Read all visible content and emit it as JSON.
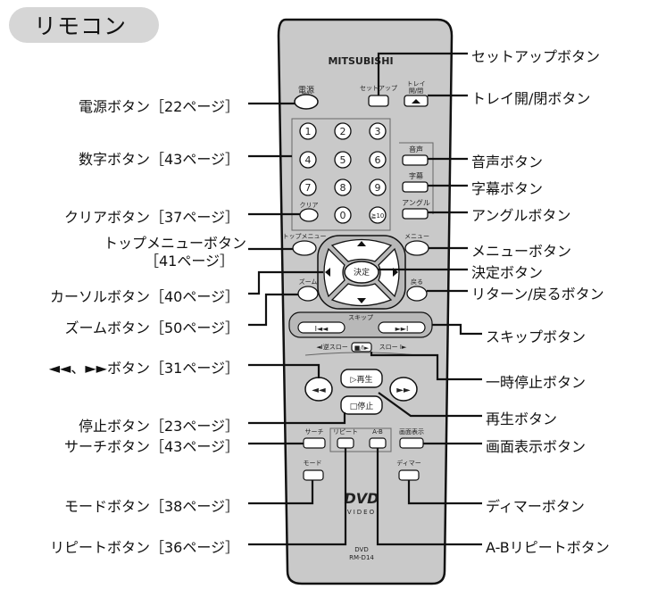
{
  "title": "リモコン",
  "remote": {
    "brand": "MITSUBISHI",
    "model_line1": "DVD",
    "model_line2": "RM-D14",
    "dvd_logo": "DVD",
    "video_logo": "VIDEO",
    "keys": {
      "power": "電源",
      "setup": "セットアップ",
      "tray": "トレイ\n開/閉",
      "audio": "音声",
      "subtitle": "字幕",
      "angle": "アングル",
      "clear": "クリア",
      "topmenu": "トップメニュー",
      "menu": "メニュー",
      "enter": "決定",
      "zoom": "ズーム",
      "return": "戻る",
      "skip": "スキップ",
      "slow_rev": "◄I逆スロー",
      "slow_fwd": "スロー I►",
      "play": "▷再生",
      "stop": "□停止",
      "search": "サーチ",
      "repeat": "リピート",
      "ab": "A-B",
      "display": "画面表示",
      "mode": "モード",
      "dimmer": "ディマー",
      "numbers": [
        "1",
        "2",
        "3",
        "4",
        "5",
        "6",
        "7",
        "8",
        "9",
        "0",
        "≧10"
      ]
    }
  },
  "labels_left": [
    "電源ボタン［22ページ］",
    "数字ボタン［43ページ］",
    "クリアボタン［37ページ］",
    "トップメニューボタン",
    "［41ページ］",
    "カーソルボタン［40ページ］",
    "ズームボタン［50ページ］",
    "◄◄、►►ボタン［31ページ］",
    "停止ボタン［23ページ］",
    "サーチボタン［43ページ］",
    "モードボタン［38ページ］",
    "リピートボタン［36ページ］"
  ],
  "labels_right": [
    "セットアップボタン",
    "トレイ開/閉ボタン",
    "音声ボタン",
    "字幕ボタン",
    "アングルボタン",
    "メニューボタン",
    "決定ボタン",
    "リターン/戻るボタン",
    "スキップボタン",
    "一時停止ボタン",
    "再生ボタン",
    "画面表示ボタン",
    "ディマーボタン",
    "A-Bリピートボタン"
  ]
}
